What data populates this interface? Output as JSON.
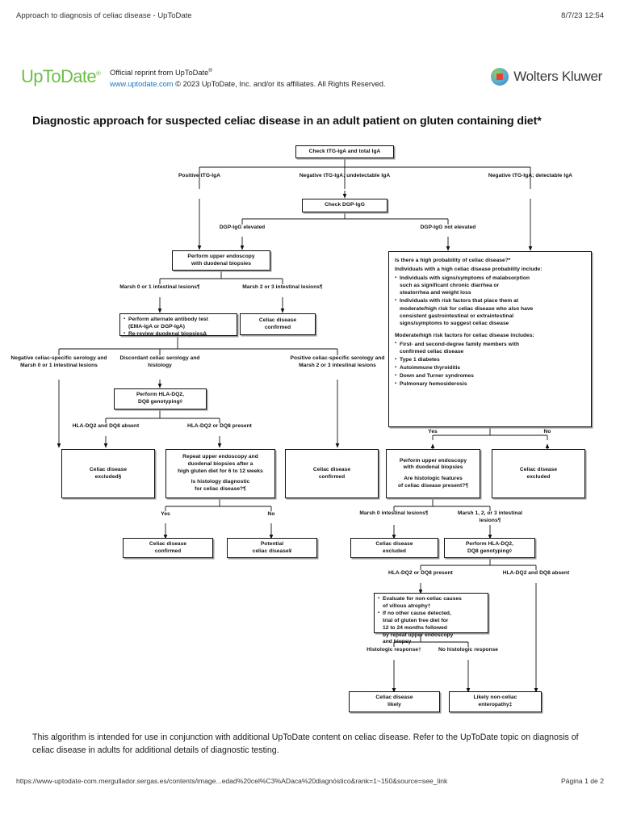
{
  "browser": {
    "tab_title": "Approach to diagnosis of celiac disease - UpToDate",
    "print_date": "8/7/23 12:54",
    "url": "https://www-uptodate-com.mergullador.sergas.es/contents/image...edad%20cel%C3%ADaca%20diagnóstico&rank=1~150&source=see_link",
    "page_number": "Página 1 de 2"
  },
  "reprint": {
    "logo": "UpToDate",
    "logo_sup": "®",
    "line1": "Official reprint from UpToDate",
    "line1_sup": "®",
    "link": "www.uptodate.com",
    "line2_rest": " © 2023 UpToDate, Inc. and/or its affiliates. All Rights Reserved.",
    "brand": "Wolters Kluwer",
    "logo_color": "#6cbe45",
    "link_color": "#1a73c8"
  },
  "title": "Diagnostic approach for suspected celiac disease in an adult patient on gluten containing diet*",
  "caption": "This algorithm is intended for use in conjunction with additional UpToDate content on celiac disease. Refer to the UpToDate topic on diagnosis of celiac disease in adults for additional details of diagnostic testing.",
  "chart_data": {
    "type": "diagram",
    "title": "Diagnostic approach for suspected celiac disease in an adult patient on gluten containing diet*",
    "nodes": {
      "check_ttg": "Check tTG-IgA and total IgA",
      "check_dgp": "Check DGP-IgG",
      "perform_endoscopy_1a": "Perform upper endoscopy",
      "perform_endoscopy_1b": "with duodenal biopsies",
      "alt_ab_l1": "Perform alternate antibody test",
      "alt_ab_l2": "(EMA-IgA or DGP-IgA)",
      "alt_ab_l3": "Re-review duodenal biopsiesΔ",
      "celiac_confirmed_a1": "Celiac disease",
      "celiac_confirmed_a2": "confirmed",
      "hla_geno_1a": "Perform HLA-DQ2,",
      "hla_geno_1b": "DQ8 genotyping◊",
      "celiac_excluded_a1": "Celiac disease",
      "celiac_excluded_a2": "excluded§",
      "repeat_endo_l1": "Repeat upper endoscopy and",
      "repeat_endo_l2": "duodenal biopsies after a",
      "repeat_endo_l3": "high gluten diet for 6 to 12 weeks",
      "repeat_endo_q1": "Is histology diagnostic",
      "repeat_endo_q2": "for celiac disease?¶",
      "celiac_confirmed_b1": "Celiac disease",
      "celiac_confirmed_b2": "confirmed",
      "perform_endo_2_l1": "Perform upper endoscopy",
      "perform_endo_2_l2": "with duodenal biopsies",
      "perform_endo_2_q1": "Are histologic features",
      "perform_endo_2_q2": "of celiac disease present?¶",
      "celiac_excluded_b1": "Celiac disease",
      "celiac_excluded_b2": "excluded",
      "celiac_confirmed_c1": "Celiac disease",
      "celiac_confirmed_c2": "confirmed",
      "potential_celiac_1": "Potential",
      "potential_celiac_2": "celiac disease¥",
      "celiac_excluded_c1": "Celiac disease",
      "celiac_excluded_c2": "excluded",
      "hla_geno_2a": "Perform HLA-DQ2,",
      "hla_geno_2b": "DQ8 genotyping◊",
      "evaluate_l1": "Evaluate for non-celiac causes",
      "evaluate_l1b": "of villous atrophy†",
      "evaluate_l2": "If no other cause detected,",
      "evaluate_l2b": "trial of gluten free diet for",
      "evaluate_l2c": "12 to 24 months followed",
      "evaluate_l2d": "by repeat upper endoscopy",
      "evaluate_l2e": "and biopsy",
      "celiac_likely_1": "Celiac disease",
      "celiac_likely_2": "likely",
      "nonceliac_1": "Likely non-celiac",
      "nonceliac_2": "enteropathy‡"
    },
    "big_box": {
      "question": "Is there a high probability of celiac disease?*",
      "para1": "Individuals with a high celiac disease probability include:",
      "bullets1": [
        [
          "Individuals with signs/symptoms of malabsorption",
          "such as significant chronic diarrhea or",
          "steatorrhea and weight loss"
        ],
        [
          "Individuals with risk factors that place them at",
          "moderate/high risk for celiac disease who also have",
          "consistent gastrointestinal or extraintestinal",
          "signs/symptoms to suggest celiac disease"
        ]
      ],
      "para2": "Moderate/high risk factors for celiac disease includes:",
      "bullets2": [
        [
          "First- and second-degree family members with",
          "confirmed celiac disease"
        ],
        [
          "Type 1 diabetes"
        ],
        [
          "Autoimmune thyroiditis"
        ],
        [
          "Down and Turner syndromes"
        ],
        [
          "Pulmonary hemosiderosis"
        ]
      ]
    },
    "edge_labels": {
      "positive_ttg": "Positive tTG-IgA",
      "negative_ttg_undet_1": "Negative tTG-IgA;",
      "negative_ttg_undet_2": "undetectable IgA",
      "negative_ttg_det_1": "Negative tTG-IgA;",
      "negative_ttg_det_2": "detectable IgA",
      "dgp_elevated_1": "DGP-IgG",
      "dgp_elevated_2": "elevated",
      "dgp_not_elevated_1": "DGP-IgG",
      "dgp_not_elevated_2": "not elevated",
      "marsh01_1": "Marsh 0 or 1",
      "marsh01_2": "intestinal lesions¶",
      "marsh23_1": "Marsh 2 or 3",
      "marsh23_2": "intestinal lesions¶",
      "neg_serology_1": "Negative celiac-specific",
      "neg_serology_2": "serology and Marsh 0 or 1",
      "neg_serology_3": "intestinal lesions",
      "discordant_1": "Discordant",
      "discordant_2": "celiac serology",
      "discordant_3": "and histology",
      "pos_serology_1": "Positive celiac-specific",
      "pos_serology_2": "serology and Marsh 2 or 3",
      "pos_serology_3": "intestinal lesions",
      "hla_absent_1": "HLA-DQ2 and",
      "hla_absent_2": "DQ8 absent",
      "hla_present_1": "HLA-DQ2 or",
      "hla_present_2": "DQ8 present",
      "yes_big": "Yes",
      "no_big": "No",
      "yes_repeat": "Yes",
      "no_repeat": "No",
      "marsh0_1": "Marsh 0",
      "marsh0_2": "intestinal lesions¶",
      "marsh123_1": "Marsh 1, 2, or 3",
      "marsh123_2": "intestinal lesions¶",
      "hla_present2_1": "HLA-DQ2 or",
      "hla_present2_2": "DQ8 present",
      "hla_absent2_1": "HLA-DQ2 and",
      "hla_absent2_2": "DQ8 absent",
      "histologic_response_1": "Histologic",
      "histologic_response_2": "response†",
      "no_histologic_response_1": "No histologic",
      "no_histologic_response_2": "response"
    }
  }
}
